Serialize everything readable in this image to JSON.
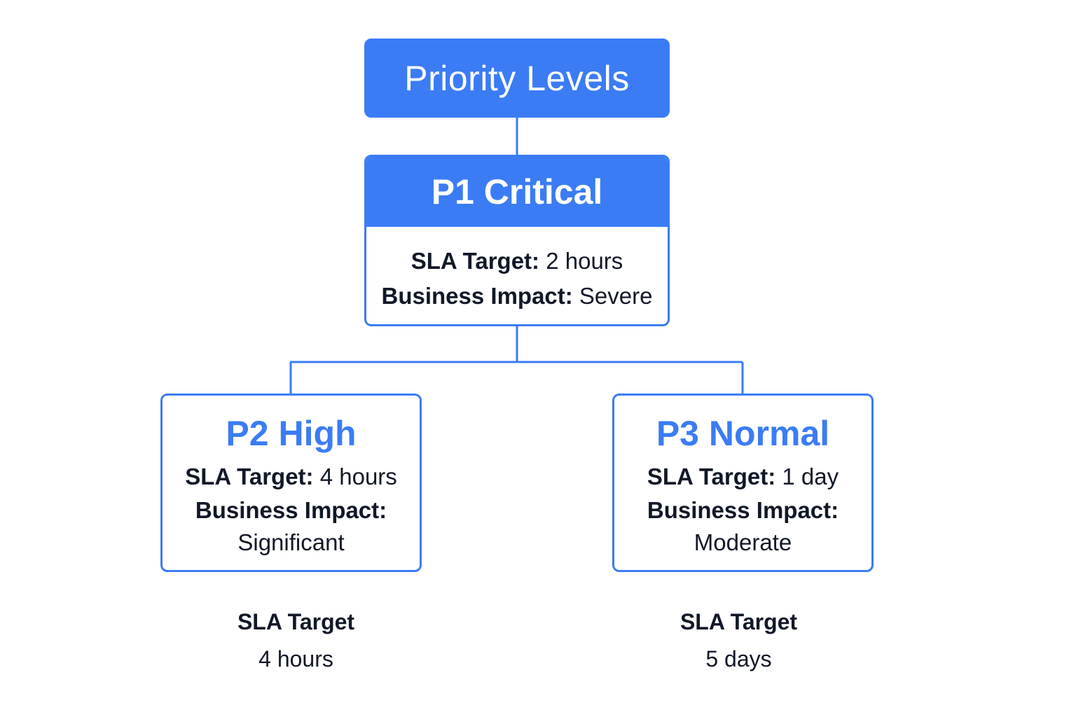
{
  "root": {
    "title": "Priority Levels"
  },
  "p1": {
    "title": "P1 Critical",
    "sla_label": "SLA Target:",
    "sla_value": "2 hours",
    "impact_label": "Business Impact:",
    "impact_value": "Severe"
  },
  "p2": {
    "title": "P2 High",
    "sla_label": "SLA Target:",
    "sla_value": "4 hours",
    "impact_label": "Business Impact:",
    "impact_value": "Significant"
  },
  "p3": {
    "title": "P3 Normal",
    "sla_label": "SLA Target:",
    "sla_value": "1 day",
    "impact_label": "Business Impact:",
    "impact_value": "Moderate"
  },
  "footer_p2": {
    "label": "SLA Target",
    "value": "4 hours"
  },
  "footer_p3": {
    "label": "SLA Target",
    "value": "5 days"
  },
  "colors": {
    "accent": "#3b7cf5",
    "text": "#111827",
    "background": "#ffffff"
  }
}
